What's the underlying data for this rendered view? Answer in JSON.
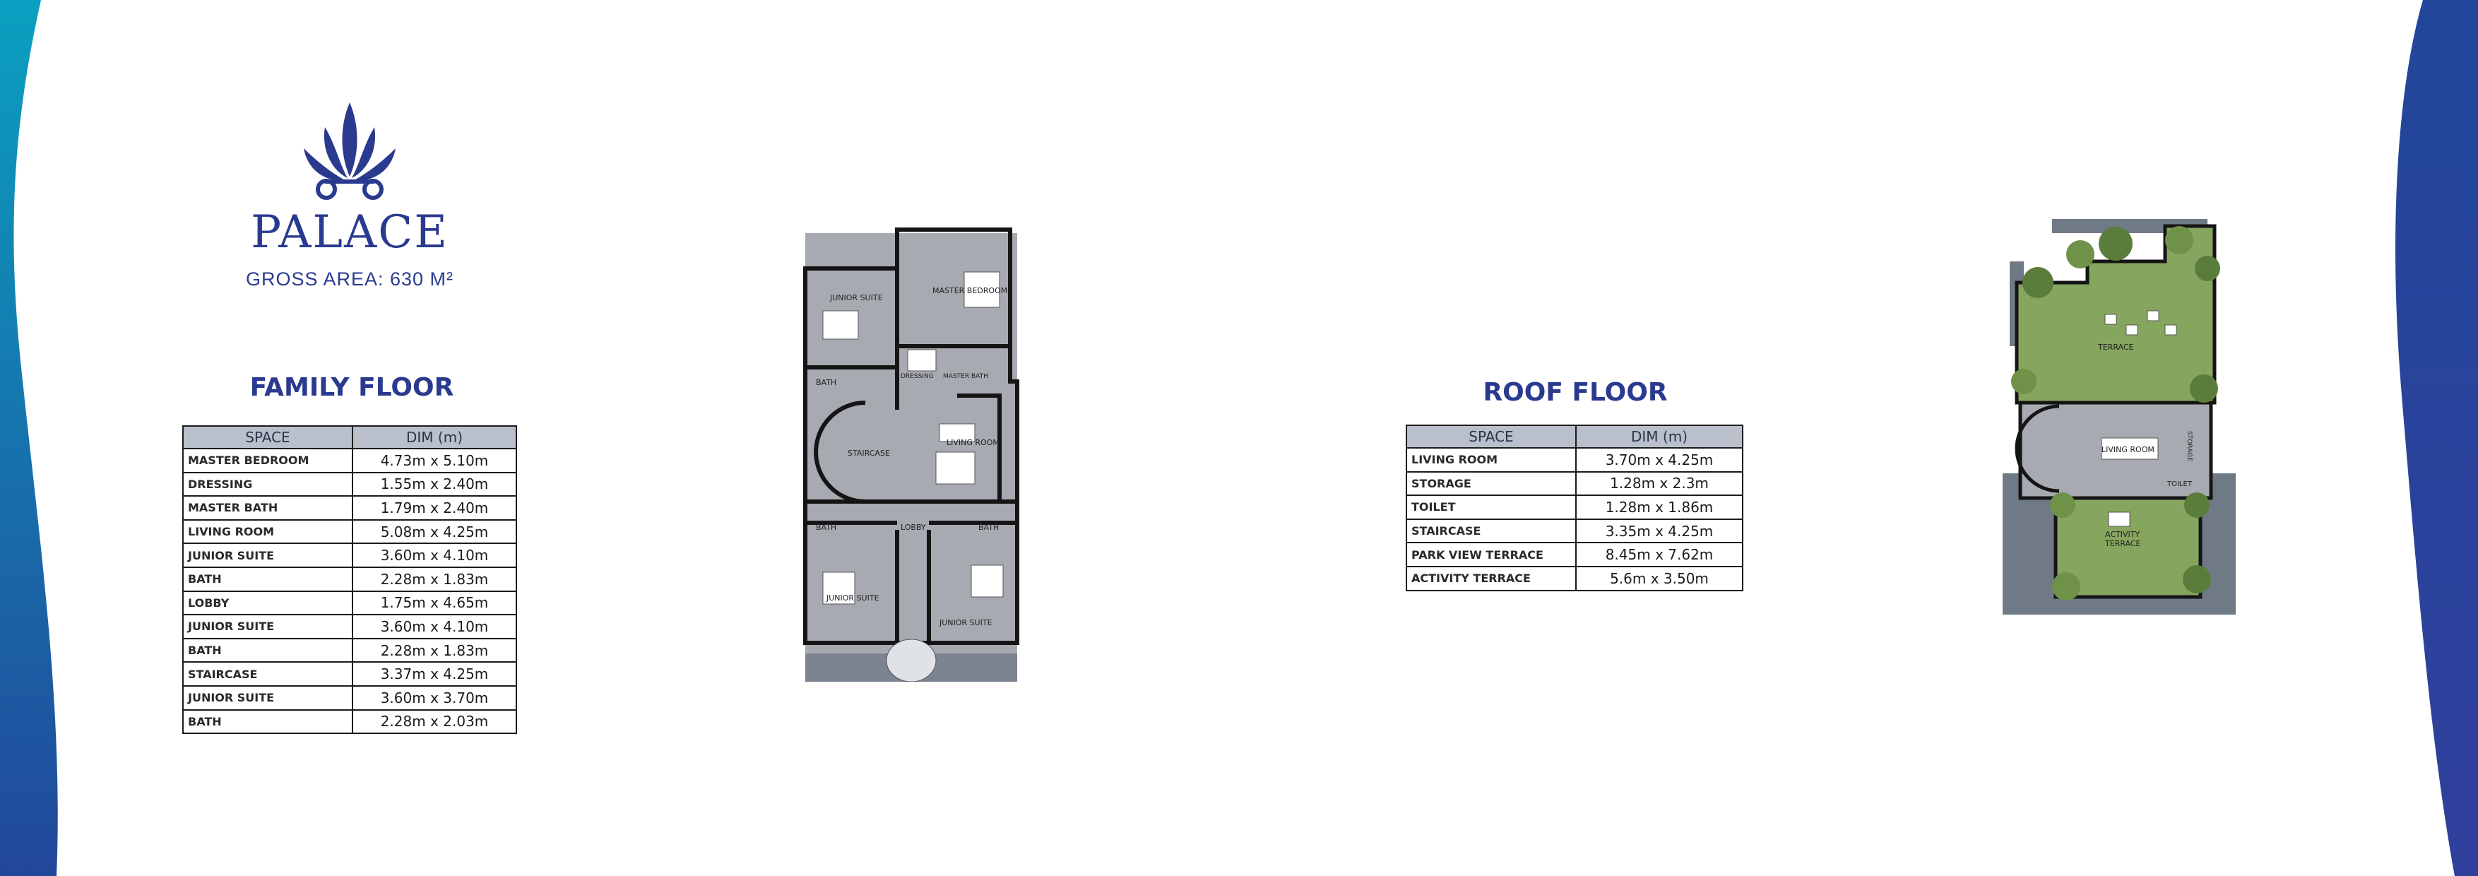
{
  "brand": {
    "name": "PALACE",
    "gross_area": "GROSS AREA: 630 M²"
  },
  "colors": {
    "accent": "#2a3a8f",
    "wave_teal": "#0aa0c0",
    "wave_blue": "#22479a",
    "table_header": "#b9c0cc",
    "plan_floor": "#a7aab1",
    "grass": "#86a55e"
  },
  "family_floor": {
    "title": "FAMILY FLOOR",
    "headers": {
      "space": "SPACE",
      "dim": "DIM (m)"
    },
    "rows": [
      {
        "space": "MASTER BEDROOM",
        "dim": "4.73m x 5.10m"
      },
      {
        "space": "DRESSING",
        "dim": "1.55m x 2.40m"
      },
      {
        "space": "MASTER BATH",
        "dim": "1.79m x 2.40m"
      },
      {
        "space": "LIVING ROOM",
        "dim": "5.08m x 4.25m"
      },
      {
        "space": "JUNIOR SUITE",
        "dim": "3.60m x 4.10m"
      },
      {
        "space": "BATH",
        "dim": "2.28m x 1.83m"
      },
      {
        "space": "LOBBY",
        "dim": "1.75m x 4.65m"
      },
      {
        "space": "JUNIOR SUITE",
        "dim": "3.60m x 4.10m"
      },
      {
        "space": "BATH",
        "dim": "2.28m x 1.83m"
      },
      {
        "space": "STAIRCASE",
        "dim": "3.37m x 4.25m"
      },
      {
        "space": "JUNIOR SUITE",
        "dim": "3.60m x 3.70m"
      },
      {
        "space": "BATH",
        "dim": "2.28m x 2.03m"
      }
    ],
    "plan_labels": {
      "junior_suite_top": "JUNIOR SUITE",
      "master_bedroom": "MASTER BEDROOM",
      "bath_top": "BATH",
      "dressing": "DRESSING",
      "master_bath": "MASTER BATH",
      "staircase": "STAIRCASE",
      "living_room": "LIVING ROOM",
      "lobby": "LOBBY",
      "bath_left": "BATH",
      "bath_right": "BATH",
      "junior_suite_left": "JUNIOR SUITE",
      "junior_suite_right": "JUNIOR SUITE"
    }
  },
  "roof_floor": {
    "title": "ROOF FLOOR",
    "headers": {
      "space": "SPACE",
      "dim": "DIM (m)"
    },
    "rows": [
      {
        "space": "LIVING ROOM",
        "dim": "3.70m x 4.25m"
      },
      {
        "space": "STORAGE",
        "dim": "1.28m x 2.3m"
      },
      {
        "space": "TOILET",
        "dim": "1.28m x 1.86m"
      },
      {
        "space": "STAIRCASE",
        "dim": "3.35m x 4.25m"
      },
      {
        "space": "PARK VIEW TERRACE",
        "dim": "8.45m x 7.62m"
      },
      {
        "space": "ACTIVITY TERRACE",
        "dim": "5.6m x 3.50m"
      }
    ],
    "plan_labels": {
      "terrace": "TERRACE",
      "living_room": "LIVING ROOM",
      "storage": "STORAGE",
      "toilet": "TOILET",
      "activity_terrace_1": "ACTIVITY",
      "activity_terrace_2": "TERRACE"
    }
  }
}
